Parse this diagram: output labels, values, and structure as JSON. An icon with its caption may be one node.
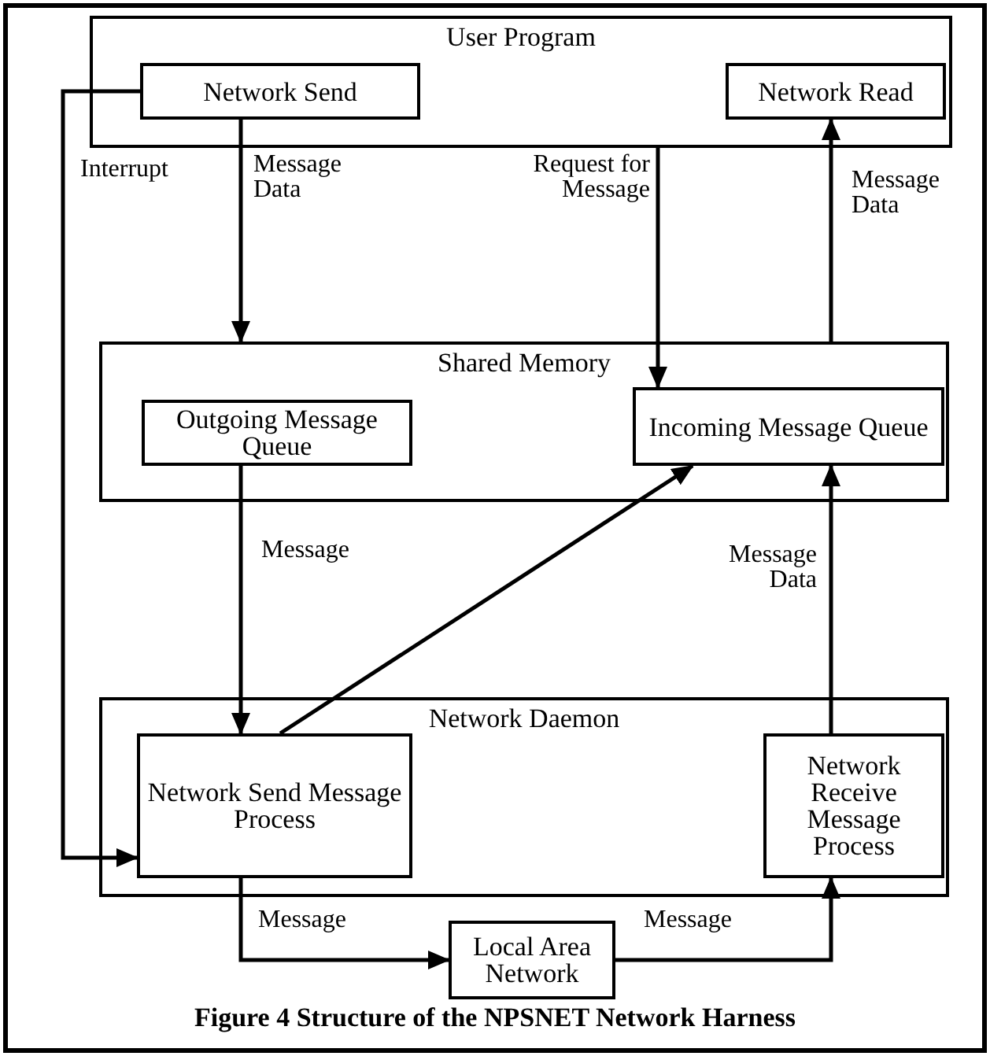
{
  "diagram": {
    "caption": "Figure 4 Structure of the NPSNET Network Harness",
    "nodes": [
      {
        "text": [
          "User Program"
        ]
      },
      {
        "text": [
          "Network Send"
        ],
        "in": 0
      },
      {
        "text": [
          "Network Read"
        ],
        "in": 0
      },
      {
        "text": [
          "Shared Memory"
        ]
      },
      {
        "text": [
          "Outgoing Message Queue"
        ],
        "in": 3
      },
      {
        "text": [
          "Incoming Message Queue"
        ],
        "in": 3
      },
      {
        "text": [
          "Network Daemon"
        ]
      },
      {
        "text": [
          "Network Send Message Process"
        ],
        "in": 6
      },
      {
        "text": [
          "Network Receive Message Process"
        ],
        "in": 6
      },
      {
        "text": [
          "Local Area Network"
        ]
      }
    ],
    "edges": [
      {
        "from": 1,
        "to": 3,
        "arrow": "to",
        "label": "Message Data"
      },
      {
        "from": 1,
        "to": 7,
        "arrow": "to",
        "label": "Interrupt"
      },
      {
        "from": 0,
        "to": 5,
        "arrow": "to",
        "label": "Request for Message"
      },
      {
        "from": 3,
        "to": 2,
        "arrow": "to",
        "label": "Message Data"
      },
      {
        "from": 4,
        "to": 7,
        "arrow": "to",
        "label": "Message"
      },
      {
        "from": 7,
        "to": 5,
        "arrow": "to"
      },
      {
        "from": 8,
        "to": 5,
        "arrow": "to",
        "label": "Message Data"
      },
      {
        "from": 7,
        "to": 9,
        "arrow": "to",
        "label": "Message"
      },
      {
        "from": 9,
        "to": 8,
        "arrow": "to",
        "label": "Message"
      }
    ]
  }
}
